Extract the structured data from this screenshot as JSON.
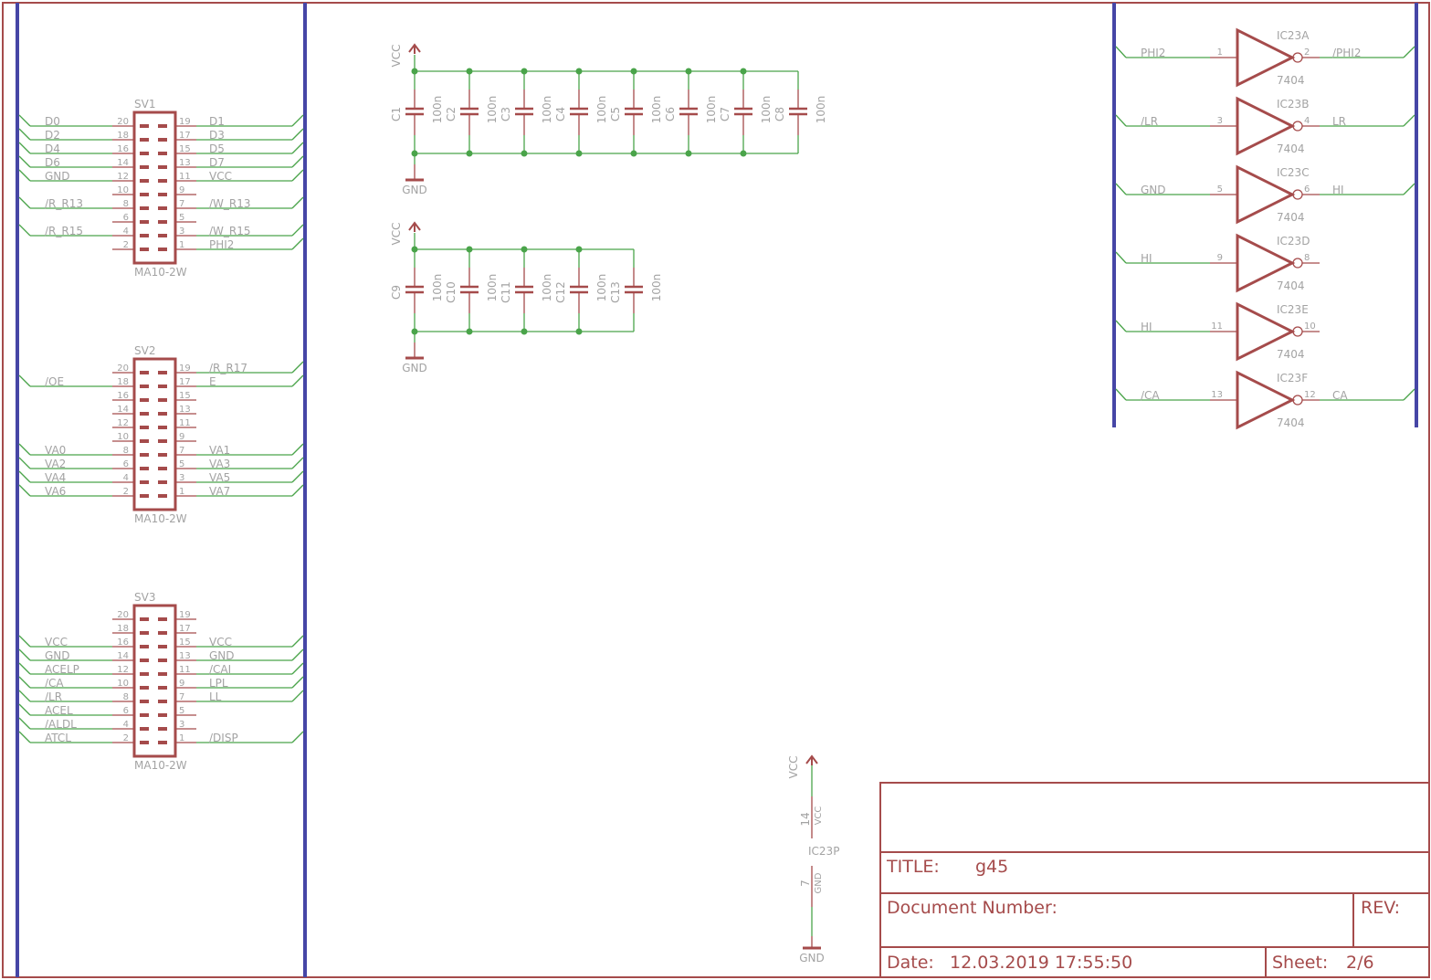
{
  "colors": {
    "frame": "#a54b4b",
    "net": "#4aa44a",
    "bus": "#4646a6",
    "text": "#a3a3a3"
  },
  "connectors": [
    {
      "name": "SV1",
      "value": "MA10-2W",
      "rows": [
        [
          "20",
          "D0",
          "19",
          "D1"
        ],
        [
          "18",
          "D2",
          "17",
          "D3"
        ],
        [
          "16",
          "D4",
          "15",
          "D5"
        ],
        [
          "14",
          "D6",
          "13",
          "D7"
        ],
        [
          "12",
          "GND",
          "11",
          "VCC"
        ],
        [
          "10",
          "",
          "9",
          ""
        ],
        [
          "8",
          "/R_R13",
          "7",
          "/W_R13"
        ],
        [
          "6",
          "",
          "5",
          ""
        ],
        [
          "4",
          "/R_R15",
          "3",
          "/W_R15"
        ],
        [
          "2",
          "",
          "1",
          "PHI2"
        ]
      ]
    },
    {
      "name": "SV2",
      "value": "MA10-2W",
      "rows": [
        [
          "20",
          "",
          "19",
          "/R_R17"
        ],
        [
          "18",
          "/OE",
          "17",
          "E"
        ],
        [
          "16",
          "",
          "15",
          ""
        ],
        [
          "14",
          "",
          "13",
          ""
        ],
        [
          "12",
          "",
          "11",
          ""
        ],
        [
          "10",
          "",
          "9",
          ""
        ],
        [
          "8",
          "VA0",
          "7",
          "VA1"
        ],
        [
          "6",
          "VA2",
          "5",
          "VA3"
        ],
        [
          "4",
          "VA4",
          "3",
          "VA5"
        ],
        [
          "2",
          "VA6",
          "1",
          "VA7"
        ]
      ]
    },
    {
      "name": "SV3",
      "value": "MA10-2W",
      "rows": [
        [
          "20",
          "",
          "19",
          ""
        ],
        [
          "18",
          "",
          "17",
          ""
        ],
        [
          "16",
          "VCC",
          "15",
          "VCC"
        ],
        [
          "14",
          "GND",
          "13",
          "GND"
        ],
        [
          "12",
          "ACELP",
          "11",
          "/CAI"
        ],
        [
          "10",
          "/CA",
          "9",
          "LPL"
        ],
        [
          "8",
          "/LR",
          "7",
          "LL"
        ],
        [
          "6",
          "ACEL",
          "5",
          ""
        ],
        [
          "4",
          "/ALDL",
          "3",
          ""
        ],
        [
          "2",
          "ATCL",
          "1",
          "/DISP"
        ]
      ]
    }
  ],
  "cap_banks": [
    {
      "supply": "VCC",
      "ground": "GND",
      "caps": [
        {
          "name": "C1",
          "value": "100n"
        },
        {
          "name": "C2",
          "value": "100n"
        },
        {
          "name": "C3",
          "value": "100n"
        },
        {
          "name": "C4",
          "value": "100n"
        },
        {
          "name": "C5",
          "value": "100n"
        },
        {
          "name": "C6",
          "value": "100n"
        },
        {
          "name": "C7",
          "value": "100n"
        },
        {
          "name": "C8",
          "value": "100n"
        }
      ]
    },
    {
      "supply": "VCC",
      "ground": "GND",
      "caps": [
        {
          "name": "C9",
          "value": "100n"
        },
        {
          "name": "C10",
          "value": "100n"
        },
        {
          "name": "C11",
          "value": "100n"
        },
        {
          "name": "C12",
          "value": "100n"
        },
        {
          "name": "C13",
          "value": "100n"
        }
      ]
    }
  ],
  "inverters": [
    {
      "name": "IC23A",
      "value": "7404",
      "in_pin": "1",
      "in_net": "PHI2",
      "out_pin": "2",
      "out_net": "/PHI2"
    },
    {
      "name": "IC23B",
      "value": "7404",
      "in_pin": "3",
      "in_net": "/LR",
      "out_pin": "4",
      "out_net": "LR"
    },
    {
      "name": "IC23C",
      "value": "7404",
      "in_pin": "5",
      "in_net": "GND",
      "out_pin": "6",
      "out_net": "HI"
    },
    {
      "name": "IC23D",
      "value": "7404",
      "in_pin": "9",
      "in_net": "HI",
      "out_pin": "8",
      "out_net": ""
    },
    {
      "name": "IC23E",
      "value": "7404",
      "in_pin": "11",
      "in_net": "HI",
      "out_pin": "10",
      "out_net": ""
    },
    {
      "name": "IC23F",
      "value": "7404",
      "in_pin": "13",
      "in_net": "/CA",
      "out_pin": "12",
      "out_net": "CA"
    }
  ],
  "power_part": {
    "name": "IC23P",
    "supply": "VCC",
    "ground": "GND",
    "vcc_pin": "14",
    "vcc_pin_name": "VCC",
    "gnd_pin": "7",
    "gnd_pin_name": "GND"
  },
  "title_block": {
    "title_label": "TITLE:",
    "title": "g45",
    "docnum_label": "Document Number:",
    "rev_label": "REV:",
    "date_label": "Date:",
    "date": "12.03.2019 17:55:50",
    "sheet_label": "Sheet:",
    "sheet": "2/6"
  }
}
